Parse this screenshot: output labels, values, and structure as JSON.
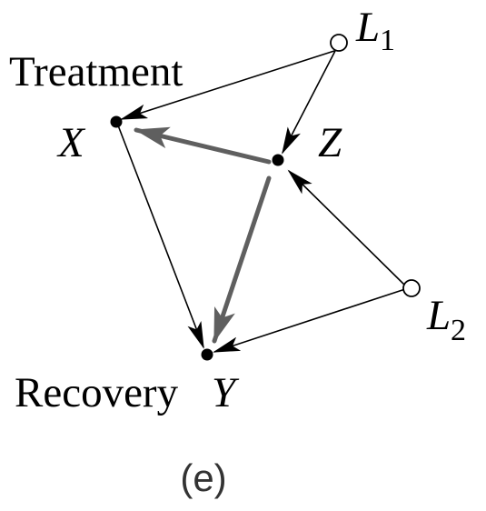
{
  "nodes": {
    "x": {
      "role_label": "Treatment",
      "name": "X"
    },
    "z": {
      "name": "Z"
    },
    "y": {
      "role_label": "Recovery",
      "name": "Y"
    },
    "l1": {
      "name": "L",
      "subscript": "1"
    },
    "l2": {
      "name": "L",
      "subscript": "2"
    }
  },
  "edges": [
    {
      "from": "L1",
      "to": "X",
      "style": "thin"
    },
    {
      "from": "L1",
      "to": "Z",
      "style": "thin"
    },
    {
      "from": "L2",
      "to": "Z",
      "style": "thin"
    },
    {
      "from": "L2",
      "to": "Y",
      "style": "thin"
    },
    {
      "from": "X",
      "to": "Y",
      "style": "thin"
    },
    {
      "from": "Z",
      "to": "X",
      "style": "thick"
    },
    {
      "from": "Z",
      "to": "Y",
      "style": "thick"
    }
  ],
  "caption": "(e)",
  "colors": {
    "thin_edge": "#000000",
    "thick_edge": "#5f5f5f",
    "caption": "#333333"
  }
}
